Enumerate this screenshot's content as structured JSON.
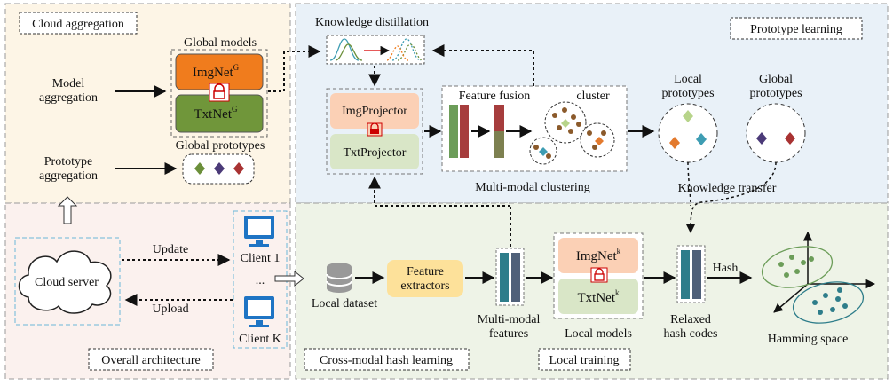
{
  "labels": {
    "cloud_aggregation": "Cloud aggregation",
    "global_models": "Global models",
    "img_net_global": "ImgNet",
    "global_sup": "G",
    "txt_net_global": "TxtNet",
    "model_aggregation_l1": "Model",
    "model_aggregation_l2": "aggregation",
    "prototype_aggregation_l1": "Prototype",
    "prototype_aggregation_l2": "aggregation",
    "global_prototypes_small": "Global prototypes",
    "knowledge_distillation": "Knowledge distillation",
    "prototype_learning": "Prototype learning",
    "img_projector": "ImgProjector",
    "txt_projector": "TxtProjector",
    "feature_fusion": "Feature fusion",
    "cluster": "cluster",
    "multimodal_clustering": "Multi-modal clustering",
    "local_prototypes_l1": "Local",
    "local_prototypes_l2": "prototypes",
    "global_prototypes_l1": "Global",
    "global_prototypes_l2": "prototypes",
    "knowledge_transfer": "Knowledge transfer",
    "cloud_server": "Cloud server",
    "update": "Update",
    "upload": "Upload",
    "client_1": "Client 1",
    "client_k": "Client K",
    "ellipsis": "...",
    "overall_architecture": "Overall architecture",
    "local_dataset": "Local dataset",
    "feature_extractors_l1": "Feature",
    "feature_extractors_l2": "extractors",
    "multimodal_features_l1": "Multi-modal",
    "multimodal_features_l2": "features",
    "img_net_local": "ImgNet",
    "local_sup": "k",
    "txt_net_local": "TxtNet",
    "local_models": "Local models",
    "relaxed_hash_l1": "Relaxed",
    "relaxed_hash_l2": "hash codes",
    "hash": "Hash",
    "hamming_space": "Hamming space",
    "cross_modal": "Cross-modal hash learning",
    "local_training": "Local training"
  },
  "colors": {
    "cloud_bg": "#fdf5e6",
    "overall_bg": "#fbf1ee",
    "proto_bg": "#e9f1f8",
    "hash_bg": "#eef3e7",
    "imgnet": "#f07c1d",
    "txtnet": "#70963a",
    "imgproj": "#fbd0b5",
    "txtproj": "#d9e6c7",
    "feature_ext": "#fde19a",
    "bar_teal": "#2e7d8a",
    "bar_slate": "#4f6079",
    "bar_red": "#a63d3d",
    "bar_green": "#6c9d59",
    "diamond_green": "#6b8f3a",
    "diamond_purple": "#4b3a78",
    "diamond_red": "#a83232",
    "diamond_orange": "#e37a2e",
    "diamond_teal": "#3e9db3",
    "diamond_lightgreen": "#b7d48a"
  },
  "icons": [
    "lock-icon",
    "database-icon",
    "monitor-icon",
    "cloud-icon",
    "gaussian-curves-icon"
  ]
}
